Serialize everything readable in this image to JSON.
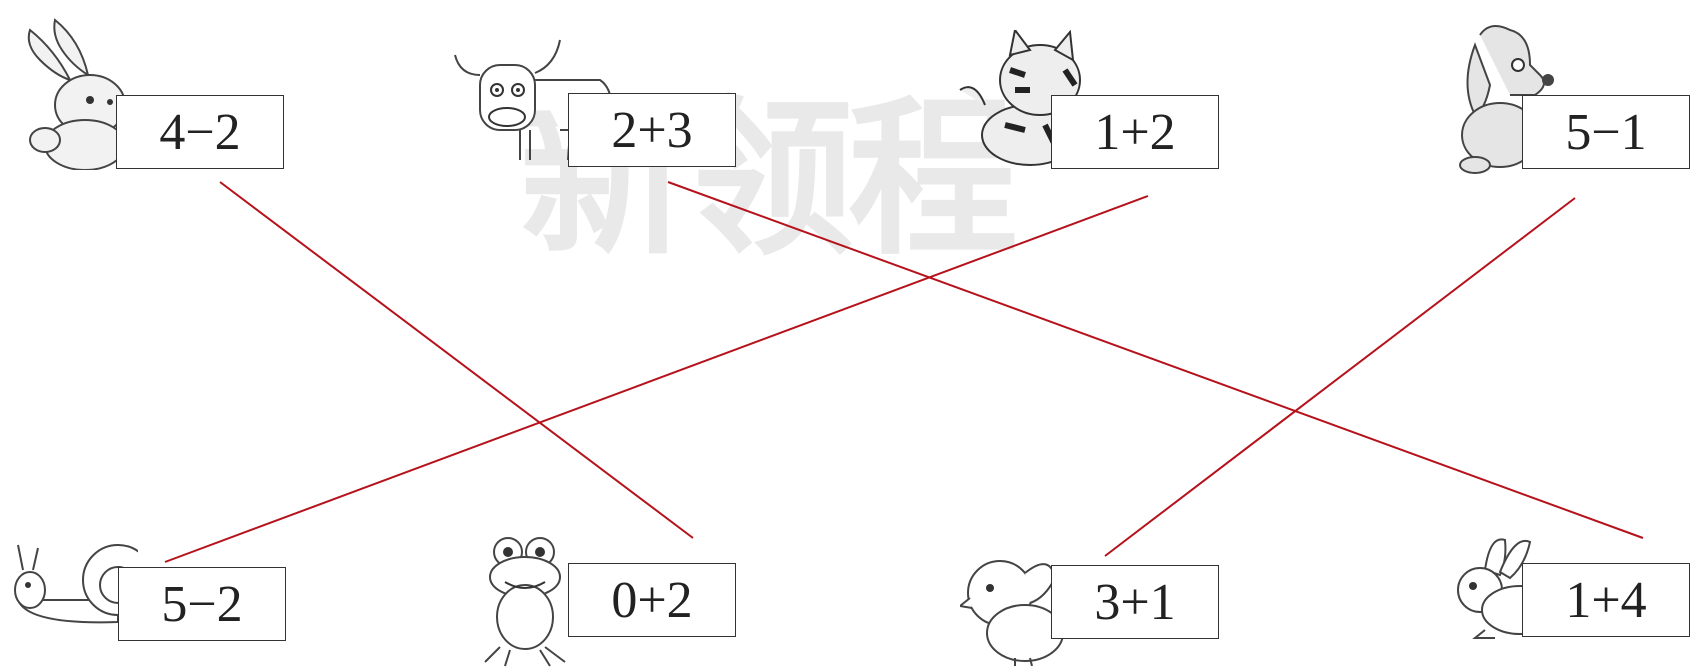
{
  "watermark": "新领程",
  "line_color": "#b5121b",
  "top_row": [
    {
      "animal": "rabbit-icon",
      "expression": "4−2"
    },
    {
      "animal": "cow-icon",
      "expression": "2+3"
    },
    {
      "animal": "cat-icon",
      "expression": "1+2"
    },
    {
      "animal": "dog-icon",
      "expression": "5−1"
    }
  ],
  "bottom_row": [
    {
      "animal": "snail-icon",
      "expression": "5−2"
    },
    {
      "animal": "frog-icon",
      "expression": "0+2"
    },
    {
      "animal": "bird-icon",
      "expression": "3+1"
    },
    {
      "animal": "bunny-icon",
      "expression": "1+4"
    }
  ],
  "connections": [
    {
      "from": "4−2",
      "to": "0+2"
    },
    {
      "from": "2+3",
      "to": "1+4"
    },
    {
      "from": "1+2",
      "to": "5−2"
    },
    {
      "from": "5−1",
      "to": "3+1"
    }
  ]
}
